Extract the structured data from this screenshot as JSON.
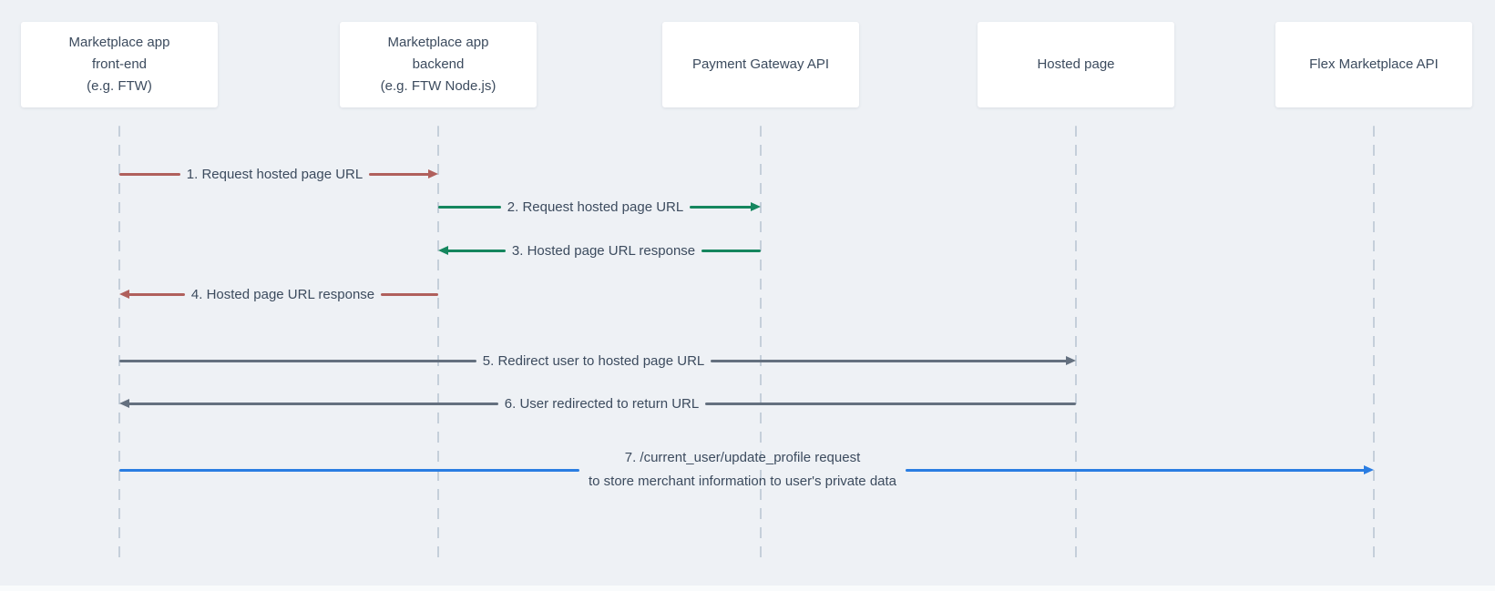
{
  "diagram": {
    "type": "sequence-diagram",
    "colors": {
      "background": "#eef1f5",
      "actor_box": "#ffffff",
      "text": "#3c4b5e",
      "lifeline": "#c5cfda",
      "arrow_red": "#b0605c",
      "arrow_green": "#15865e",
      "arrow_gray": "#64707f",
      "arrow_blue": "#2a7de2"
    },
    "actors": [
      {
        "label": "Marketplace app\nfront-end\n(e.g. FTW)"
      },
      {
        "label": "Marketplace app\nbackend\n(e.g. FTW Node.js)"
      },
      {
        "label": "Payment Gateway API"
      },
      {
        "label": "Hosted page"
      },
      {
        "label": "Flex Marketplace API"
      }
    ],
    "messages": [
      {
        "label": "1. Request hosted page URL",
        "from": "Marketplace app front-end",
        "to": "Marketplace app backend",
        "direction": "right",
        "color": "#b0605c"
      },
      {
        "label": "2. Request hosted page URL",
        "from": "Marketplace app backend",
        "to": "Payment Gateway API",
        "direction": "right",
        "color": "#15865e"
      },
      {
        "label": "3. Hosted page URL response",
        "from": "Payment Gateway API",
        "to": "Marketplace app backend",
        "direction": "left",
        "color": "#15865e"
      },
      {
        "label": "4. Hosted page URL response",
        "from": "Marketplace app backend",
        "to": "Marketplace app front-end",
        "direction": "left",
        "color": "#b0605c"
      },
      {
        "label": "5. Redirect user to hosted page URL",
        "from": "Marketplace app front-end",
        "to": "Hosted page",
        "direction": "right",
        "color": "#64707f"
      },
      {
        "label": "6. User redirected to return URL",
        "from": "Hosted page",
        "to": "Marketplace app front-end",
        "direction": "left",
        "color": "#64707f"
      },
      {
        "label_line1": "7. /current_user/update_profile request",
        "label_line2": "to store merchant information to user's private data",
        "from": "Marketplace app front-end",
        "to": "Flex Marketplace API",
        "direction": "right",
        "color": "#2a7de2"
      }
    ]
  }
}
